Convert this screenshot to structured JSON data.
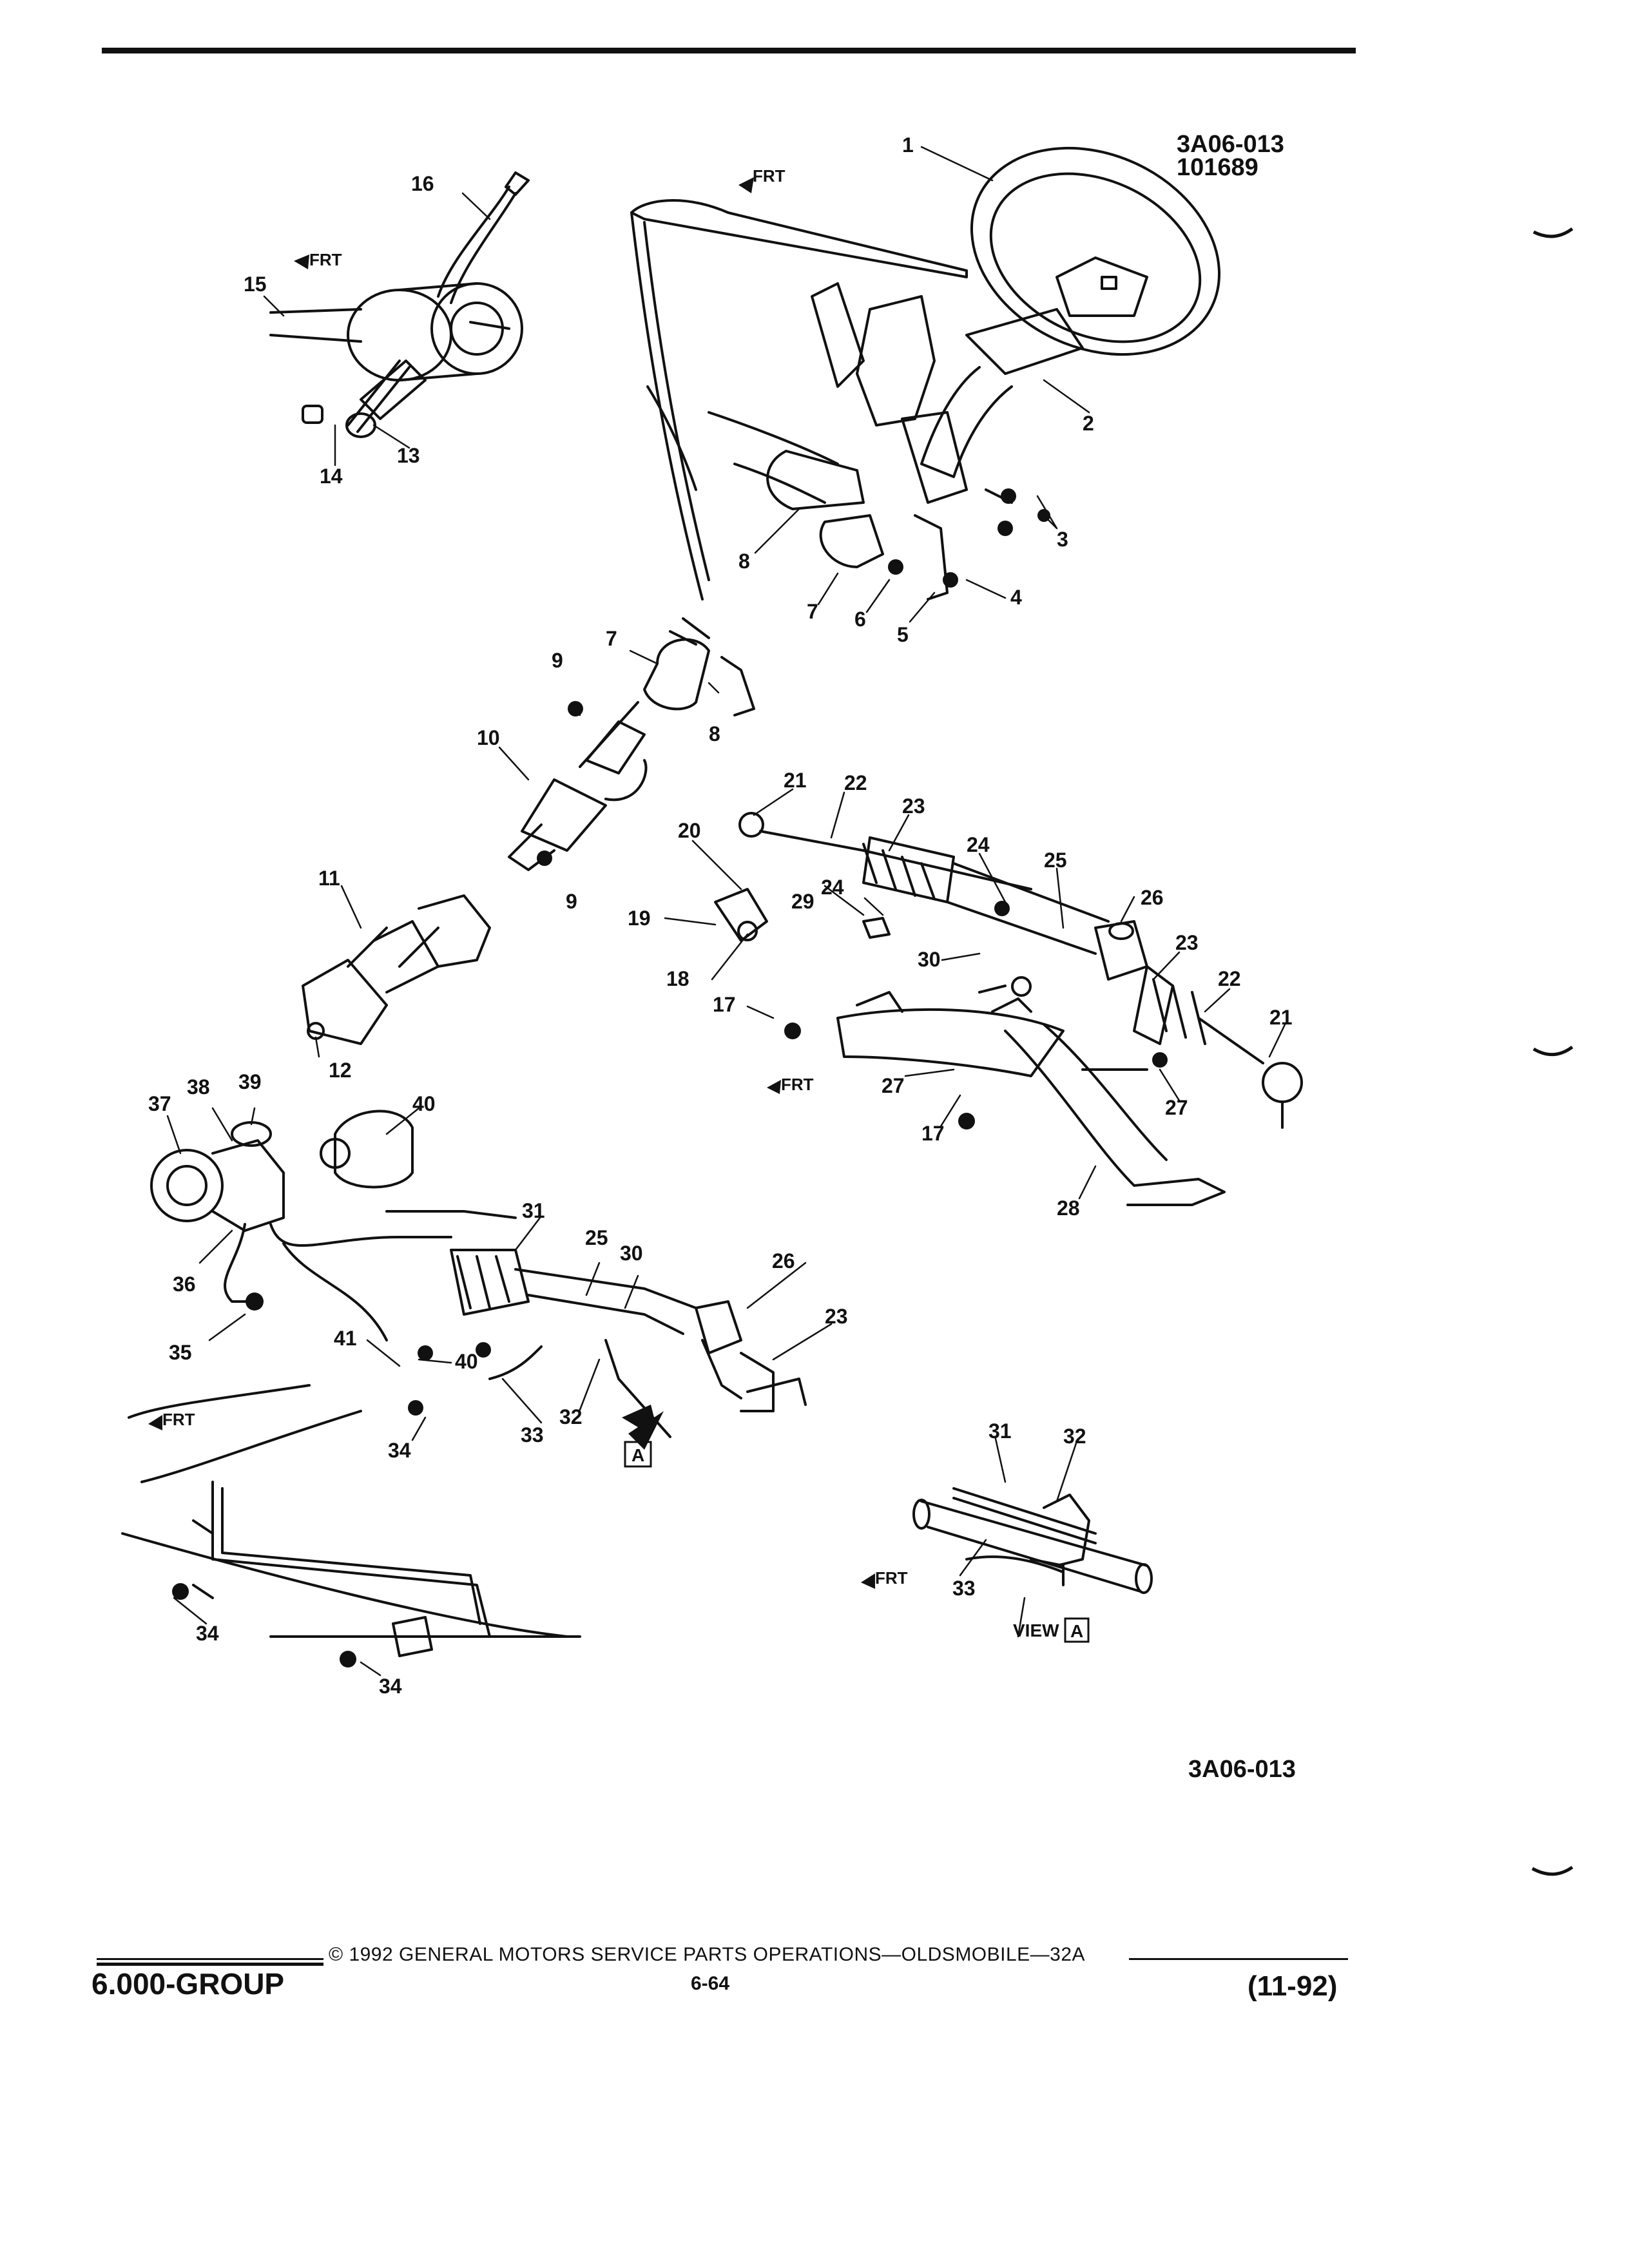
{
  "header": {
    "figure_ref": "3A06-013",
    "date_code": "101689"
  },
  "figure": {
    "bottom_ref": "3A06-013",
    "frt_label": "FRT",
    "view_label": "VIEW",
    "view_letter": "A",
    "callouts": [
      {
        "label": "1"
      },
      {
        "label": "2"
      },
      {
        "label": "3"
      },
      {
        "label": "4"
      },
      {
        "label": "5"
      },
      {
        "label": "6"
      },
      {
        "label": "7"
      },
      {
        "label": "8"
      },
      {
        "label": "16"
      },
      {
        "label": "15"
      },
      {
        "label": "14"
      },
      {
        "label": "13"
      },
      {
        "label": "7"
      },
      {
        "label": "9"
      },
      {
        "label": "8"
      },
      {
        "label": "10"
      },
      {
        "label": "9"
      },
      {
        "label": "11"
      },
      {
        "label": "12"
      },
      {
        "label": "21"
      },
      {
        "label": "22"
      },
      {
        "label": "23"
      },
      {
        "label": "20"
      },
      {
        "label": "24"
      },
      {
        "label": "25"
      },
      {
        "label": "24"
      },
      {
        "label": "29"
      },
      {
        "label": "26"
      },
      {
        "label": "19"
      },
      {
        "label": "23"
      },
      {
        "label": "30"
      },
      {
        "label": "18"
      },
      {
        "label": "22"
      },
      {
        "label": "17"
      },
      {
        "label": "21"
      },
      {
        "label": "27"
      },
      {
        "label": "27"
      },
      {
        "label": "17"
      },
      {
        "label": "28"
      },
      {
        "label": "37"
      },
      {
        "label": "38"
      },
      {
        "label": "39"
      },
      {
        "label": "40"
      },
      {
        "label": "31"
      },
      {
        "label": "25"
      },
      {
        "label": "30"
      },
      {
        "label": "26"
      },
      {
        "label": "36"
      },
      {
        "label": "23"
      },
      {
        "label": "41"
      },
      {
        "label": "35"
      },
      {
        "label": "40"
      },
      {
        "label": "32"
      },
      {
        "label": "33"
      },
      {
        "label": "34"
      },
      {
        "label": "31"
      },
      {
        "label": "32"
      },
      {
        "label": "34"
      },
      {
        "label": "33"
      },
      {
        "label": "34"
      }
    ]
  },
  "footer": {
    "copyright": "© 1992 GENERAL MOTORS SERVICE PARTS OPERATIONS—OLDSMOBILE—32A",
    "group": "6.000-GROUP",
    "page": "6-64",
    "date": "(11-92)"
  }
}
